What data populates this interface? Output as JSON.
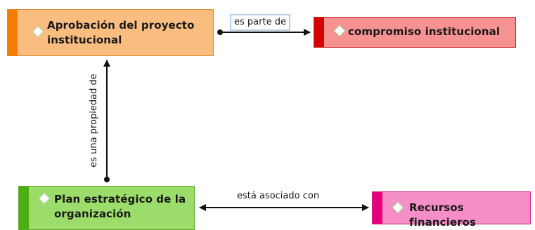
{
  "nodes": {
    "aprobacion": {
      "label": "Aprobación del proyecto institucional",
      "line1": "Aprobación del proyecto",
      "line2": "institucional",
      "fill": "#f9bd80",
      "strip": "#f57c00",
      "border": "#e08a2c"
    },
    "compromiso": {
      "label": "compromiso institucional",
      "fill": "#f69392",
      "strip": "#d50000",
      "border": "#cc2020"
    },
    "plan": {
      "label": "Plan estratégico de la organización",
      "line1": "Plan estratégico de la",
      "line2": "organización",
      "fill": "#9bdc6a",
      "strip": "#4caf10",
      "border": "#5aa82a"
    },
    "recursos": {
      "label": "Recursos financieros",
      "fill": "#f68fc7",
      "strip": "#e5007e",
      "border": "#d0207f"
    }
  },
  "edges": {
    "es_parte_de": {
      "label": "es parte de"
    },
    "es_una_propiedad_de": {
      "label": "es una propiedad de"
    },
    "esta_asociado_con": {
      "label": "está asociado con"
    }
  }
}
